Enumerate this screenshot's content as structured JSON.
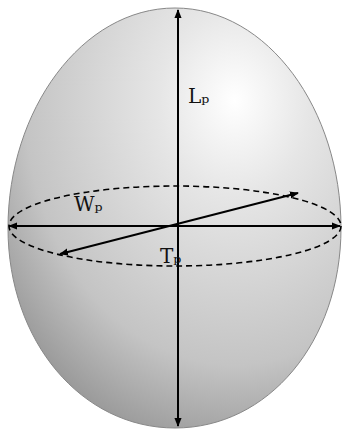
{
  "diagram": {
    "labels": [
      "Lₚ",
      "Wₚ",
      "Tₚ"
    ]
  }
}
